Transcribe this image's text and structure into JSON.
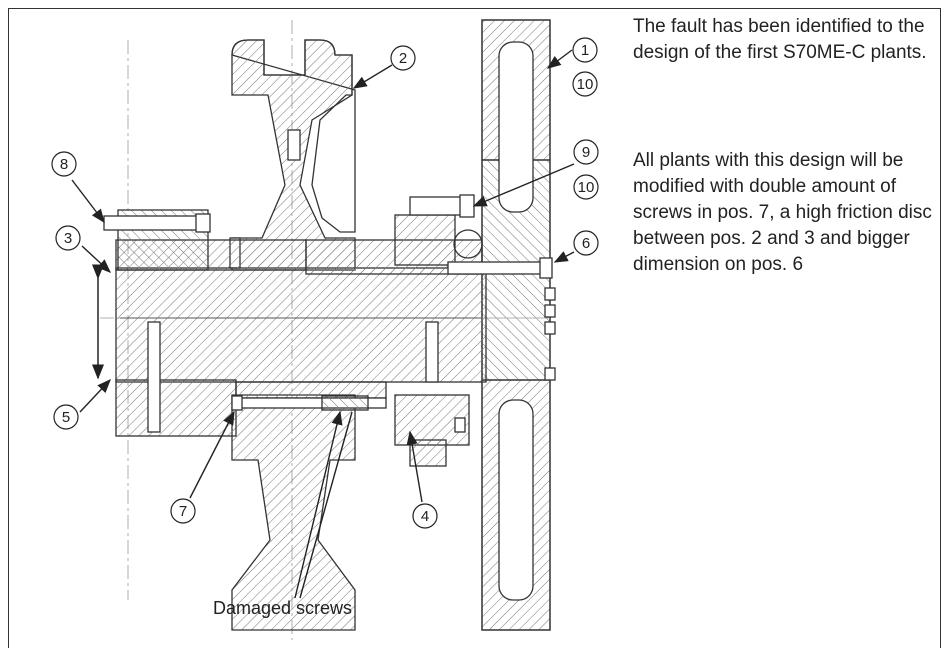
{
  "notes": {
    "paragraph1": "The fault has been identified to the design of the first S70ME-C plants.",
    "paragraph2": "All plants with this design will be modified with double amount of screws in pos. 7, a high friction disc between pos. 2 and 3 and bigger dimension on pos. 6"
  },
  "callouts": [
    {
      "id": "c1",
      "label": "1"
    },
    {
      "id": "c10a",
      "label": "10"
    },
    {
      "id": "c2",
      "label": "2"
    },
    {
      "id": "c3",
      "label": "3"
    },
    {
      "id": "c4",
      "label": "4"
    },
    {
      "id": "c5",
      "label": "5"
    },
    {
      "id": "c6",
      "label": "6"
    },
    {
      "id": "c7",
      "label": "7"
    },
    {
      "id": "c8",
      "label": "8"
    },
    {
      "id": "c9",
      "label": "9"
    },
    {
      "id": "c10b",
      "label": "10"
    }
  ],
  "damaged_label": "Damaged screws",
  "colors": {
    "line": "#333333",
    "hatch": "#777777",
    "background": "#ffffff"
  }
}
